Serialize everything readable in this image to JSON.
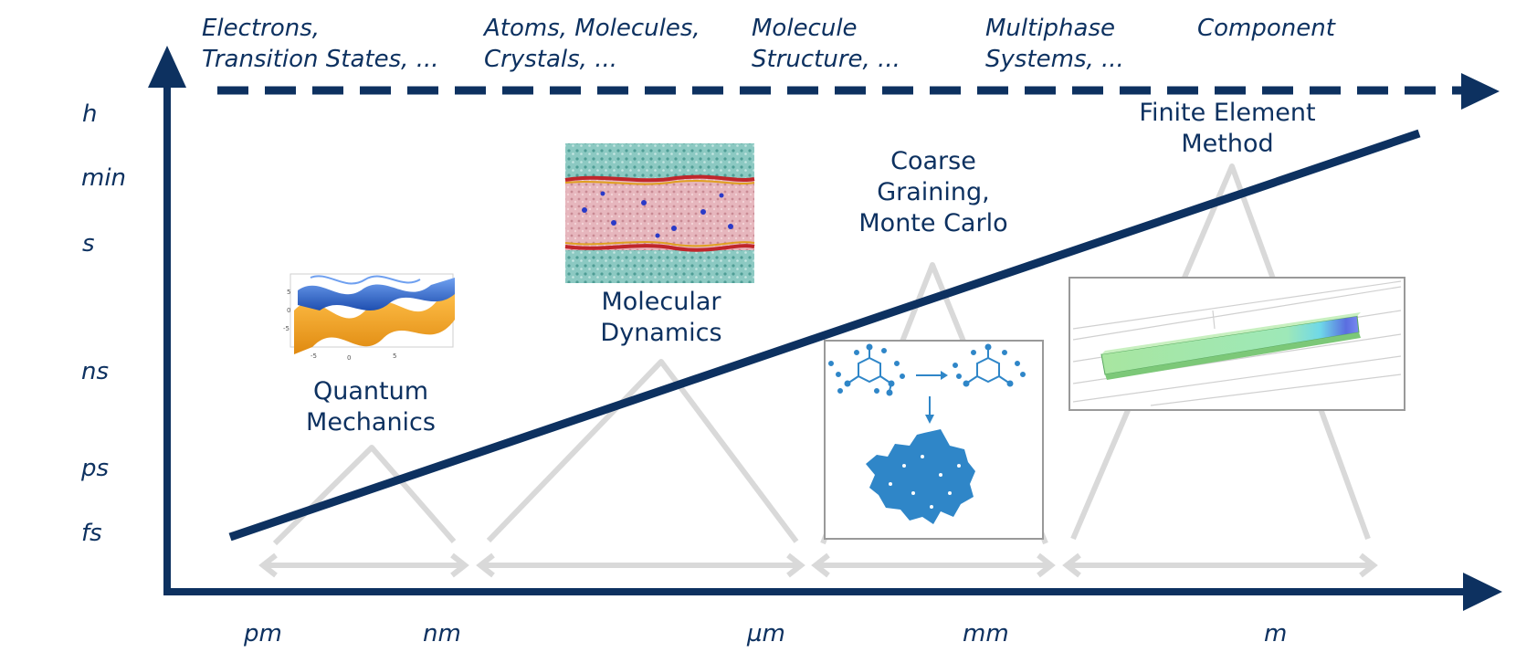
{
  "time_axis": {
    "labels": [
      "h",
      "min",
      "s",
      "ns",
      "ps",
      "fs"
    ]
  },
  "length_axis": {
    "labels": [
      "pm",
      "nm",
      "µm",
      "mm",
      "m"
    ]
  },
  "object_categories": [
    {
      "line1": "Electrons,",
      "line2": "Transition States, ..."
    },
    {
      "line1": "Atoms, Molecules,",
      "line2": "Crystals, ..."
    },
    {
      "line1": "Molecule",
      "line2": "Structure, ..."
    },
    {
      "line1": "Multiphase",
      "line2": "Systems, ..."
    },
    {
      "line1": "Component",
      "line2": ""
    }
  ],
  "methods": [
    {
      "lines": [
        "Quantum",
        "Mechanics"
      ]
    },
    {
      "lines": [
        "Molecular",
        "Dynamics"
      ]
    },
    {
      "lines": [
        "Coarse",
        "Graining,",
        "Monte Carlo"
      ]
    },
    {
      "lines": [
        "Finite Element",
        "Method"
      ]
    }
  ],
  "colors": {
    "axis": "#0d3160",
    "triangle": "#d9d9d9",
    "qm_top": "#3a6fd8",
    "qm_bottom": "#f5a623",
    "md_water": "#6fb8b0",
    "md_core": "#d9a0a8",
    "cg_blue": "#2f86c8",
    "fem_green": "#a8e6a0",
    "fem_blue": "#5a7ae0"
  },
  "icons": {
    "qm": "band-structure-surface-icon",
    "md": "lipid-bilayer-simulation-icon",
    "cg": "coarse-graining-molecule-icon",
    "fem": "fem-beam-mesh-icon"
  }
}
